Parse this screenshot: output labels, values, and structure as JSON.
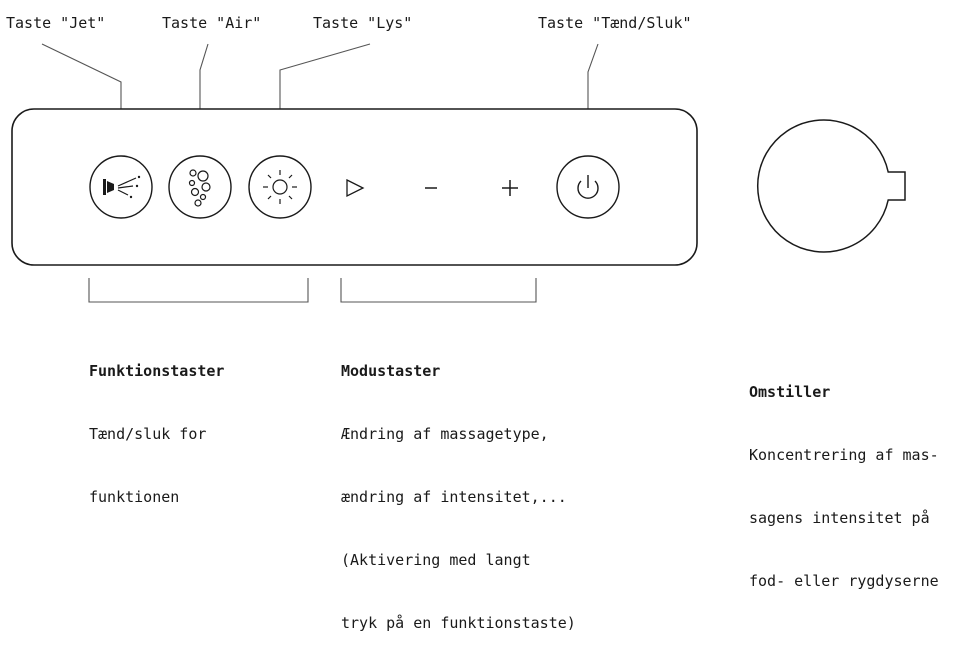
{
  "callouts": {
    "jet": "Taste \"Jet\"",
    "air": "Taste \"Air\"",
    "lys": "Taste \"Lys\"",
    "power": "Taste \"Tænd/Sluk\""
  },
  "groups": {
    "funktion": {
      "title": "Funktionstaster",
      "lines": [
        "Tænd/sluk for",
        "funktionen"
      ]
    },
    "modus": {
      "title": "Modustaster",
      "lines": [
        "Ændring af massagetype,",
        "ændring af intensitet,...",
        "(Aktivering med langt",
        "tryk på en funktionstaste)"
      ]
    },
    "omstiller": {
      "title": "Omstiller",
      "lines": [
        "Koncentrering af mas-",
        "sagens intensitet på",
        "fod- eller rygdyserne"
      ]
    }
  },
  "panel": {
    "buttons": [
      {
        "icon": "jet-nozzle-icon"
      },
      {
        "icon": "air-bubbles-icon"
      },
      {
        "icon": "light-sun-icon"
      },
      {
        "icon": "play-triangle-icon",
        "symbol": "▷"
      },
      {
        "icon": "minus-icon",
        "symbol": "–"
      },
      {
        "icon": "plus-icon",
        "symbol": "+"
      },
      {
        "icon": "power-icon"
      }
    ]
  },
  "colors": {
    "stroke": "#1a1a1a",
    "leader": "#555555",
    "background": "#ffffff"
  }
}
